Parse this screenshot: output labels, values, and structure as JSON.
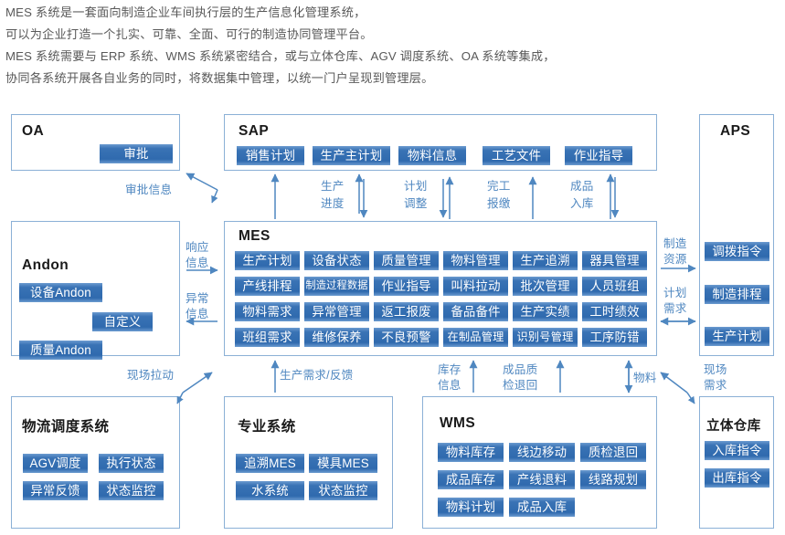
{
  "intro": {
    "lines": [
      "MES 系统是一套面向制造企业车间执行层的生产信息化管理系统，",
      "可以为企业打造一个扎实、可靠、全面、可行的制造协同管理平台。",
      "MES 系统需要与 ERP 系统、WMS 系统紧密结合，或与立体仓库、AGV 调度系统、OA 系统等集成，",
      "协同各系统开展各自业务的同时，将数据集中管理，以统一门户呈现到管理层。"
    ]
  },
  "colors": {
    "tag_blue": "#3a73b5",
    "box_border": "#8bb0d6",
    "label_blue": "#4f87c0",
    "title_black": "#1a1a1a",
    "intro_gray": "#595959"
  },
  "boxes": {
    "oa": {
      "title": "OA",
      "tags": [
        "审批"
      ]
    },
    "andon": {
      "title": "Andon",
      "tags": [
        "设备Andon",
        "自定义",
        "质量Andon"
      ]
    },
    "sap": {
      "title": "SAP",
      "tags": [
        "销售计划",
        "生产主计划",
        "物料信息",
        "工艺文件",
        "作业指导"
      ]
    },
    "aps": {
      "title": "APS",
      "tags": [
        "调拨指令",
        "制造排程",
        "生产计划"
      ]
    },
    "mes": {
      "title": "MES",
      "tags": [
        "生产计划",
        "设备状态",
        "质量管理",
        "物料管理",
        "生产追溯",
        "器具管理",
        "产线排程",
        "制造过程数据",
        "作业指导",
        "叫料拉动",
        "批次管理",
        "人员班组",
        "物料需求",
        "异常管理",
        "返工报废",
        "备品备件",
        "生产实绩",
        "工时绩效",
        "班组需求",
        "维修保养",
        "不良预警",
        "在制品管理",
        "识别号管理",
        "工序防错"
      ],
      "columns": 6,
      "rows": 4
    },
    "logistics": {
      "title": "物流调度系统",
      "tags": [
        "AGV调度",
        "执行状态",
        "异常反馈",
        "状态监控"
      ]
    },
    "professional": {
      "title": "专业系统",
      "tags": [
        "追溯MES",
        "模具MES",
        "水系统",
        "状态监控"
      ]
    },
    "wms": {
      "title": "WMS",
      "tags": [
        "物料库存",
        "线边移动",
        "质检退回",
        "成品库存",
        "产线退料",
        "线路规划",
        "物料计划",
        "成品入库"
      ]
    },
    "warehouse": {
      "title": "立体仓库",
      "tags": [
        "入库指令",
        "出库指令"
      ]
    }
  },
  "flows": {
    "approval_info": "审批信息",
    "response_info": "响应\n信息",
    "response_info_l1": "响应",
    "response_info_l2": "信息",
    "exception_info_l1": "异常",
    "exception_info_l2": "信息",
    "production_progress_l1": "生产",
    "production_progress_l2": "进度",
    "plan_adjust_l1": "计划",
    "plan_adjust_l2": "调整",
    "completion_report_l1": "完工",
    "completion_report_l2": "报缴",
    "finished_inbound_l1": "成品",
    "finished_inbound_l2": "入库",
    "manufacturing_resource_l1": "制造",
    "manufacturing_resource_l2": "资源",
    "plan_demand_l1": "计划",
    "plan_demand_l2": "需求",
    "site_pull": "现场拉动",
    "production_demand_feedback": "生产需求/反馈",
    "inventory_info_l1": "库存",
    "inventory_info_l2": "信息",
    "fg_qc_return_l1": "成品质",
    "fg_qc_return_l2": "检退回",
    "material": "物料",
    "site_demand_l1": "现场",
    "site_demand_l2": "需求"
  }
}
